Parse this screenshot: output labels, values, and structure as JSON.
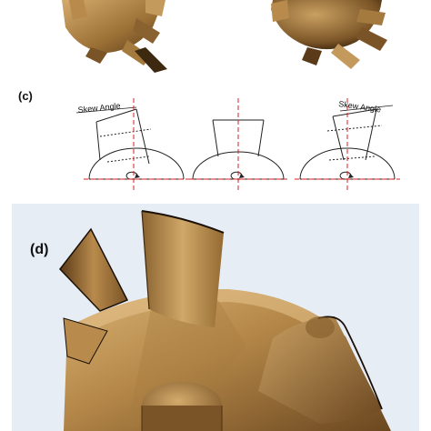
{
  "panels": {
    "c": {
      "label": "(c)"
    },
    "d": {
      "label": "(d)"
    }
  },
  "annotations": {
    "skew_left": "Skew Angle",
    "skew_right": "Skew Angle"
  },
  "colors": {
    "bronze_light": "#c9a062",
    "bronze_mid": "#9b7036",
    "bronze_dark": "#4a2f12",
    "centerline": "#d62020",
    "outline": "#222222",
    "panel_d_bg": "#e6edf5"
  }
}
